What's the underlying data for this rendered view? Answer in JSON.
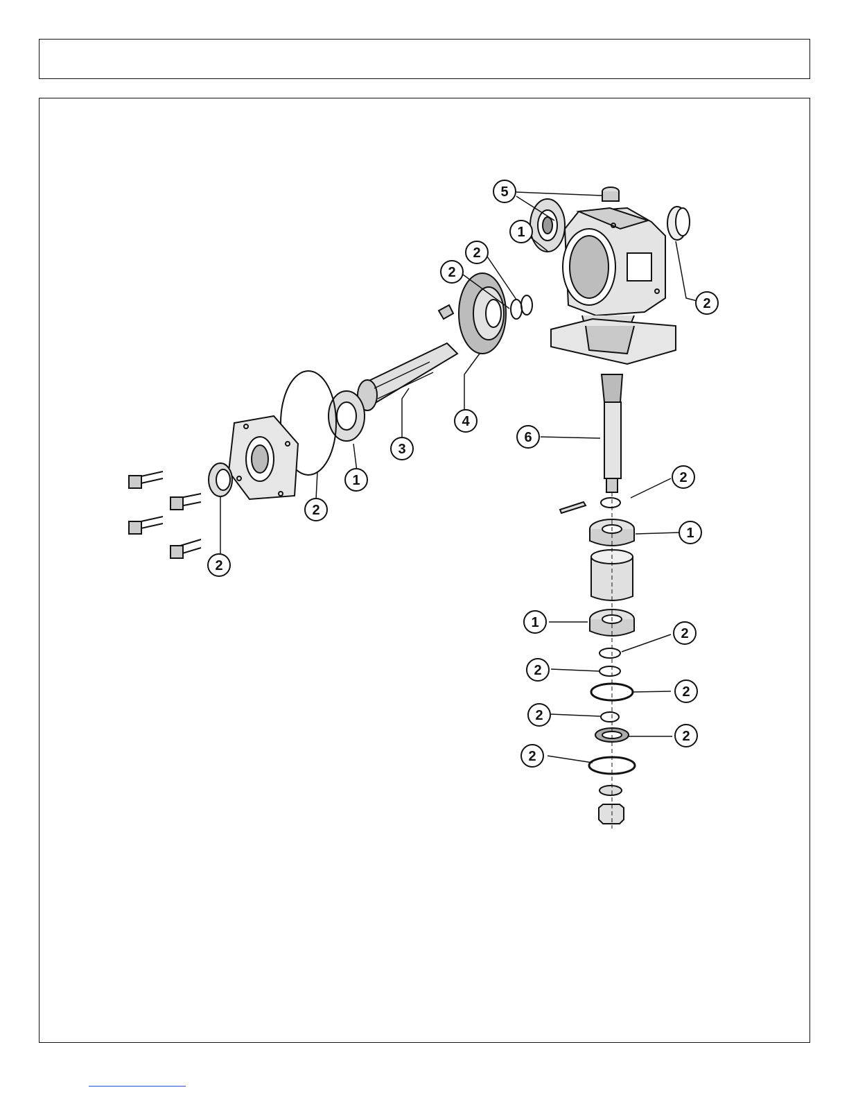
{
  "header": {
    "title": ""
  },
  "callouts": [
    {
      "id": "c5",
      "label": "5"
    },
    {
      "id": "c1-top",
      "label": "1"
    },
    {
      "id": "c2-top-a",
      "label": "2"
    },
    {
      "id": "c2-top-b",
      "label": "2"
    },
    {
      "id": "c2-cap",
      "label": "2"
    },
    {
      "id": "c4",
      "label": "4"
    },
    {
      "id": "c3",
      "label": "3"
    },
    {
      "id": "c1-shaft",
      "label": "1"
    },
    {
      "id": "c2-oring",
      "label": "2"
    },
    {
      "id": "c2-seal",
      "label": "2"
    },
    {
      "id": "c6",
      "label": "6"
    },
    {
      "id": "c2-v1",
      "label": "2"
    },
    {
      "id": "c1-v1",
      "label": "1"
    },
    {
      "id": "c1-v2",
      "label": "1"
    },
    {
      "id": "c2-v2",
      "label": "2"
    },
    {
      "id": "c2-v3",
      "label": "2"
    },
    {
      "id": "c2-v4",
      "label": "2"
    },
    {
      "id": "c2-v5",
      "label": "2"
    },
    {
      "id": "c2-v6",
      "label": "2"
    },
    {
      "id": "c2-v7",
      "label": "2"
    }
  ],
  "colors": {
    "ink": "#111111",
    "shade": "#9a9a9a",
    "light": "#d6d6d6",
    "link": "#2a4ad8"
  }
}
